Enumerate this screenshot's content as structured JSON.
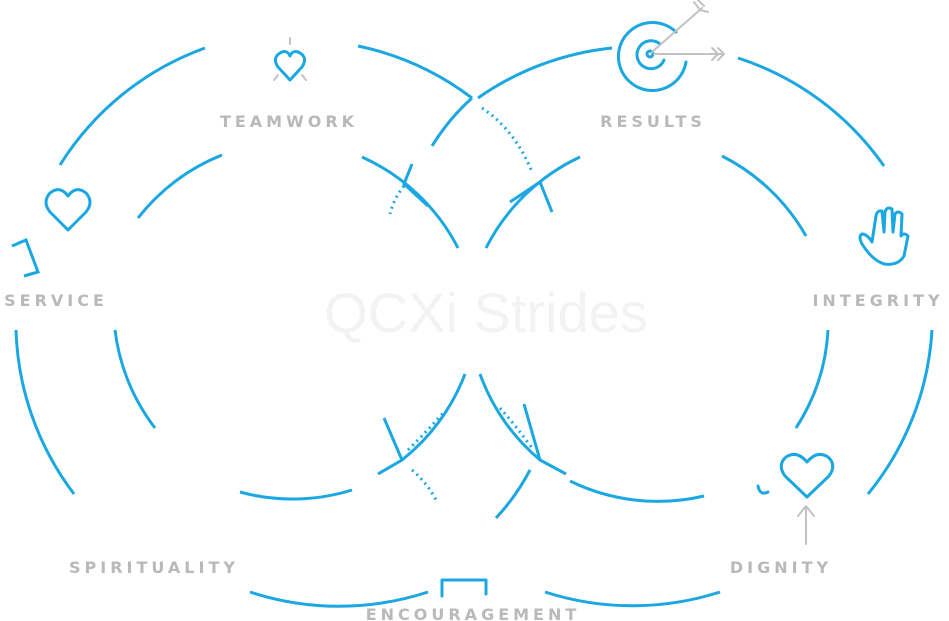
{
  "title": "QCXi Strides",
  "values": [
    "TEAMWORK",
    "RESULTS",
    "SERVICE",
    "INTEGRITY",
    "SPIRITUALITY",
    "DIGNITY",
    "ENCOURAGEMENT"
  ],
  "icons": {
    "teamwork": "heart-sparkle-icon",
    "results": "target-arrows-icon",
    "service": "heart-icon",
    "integrity": "raised-hand-icon",
    "dignity": "heart-arrow-icon",
    "encouragement": "bracket-icon"
  },
  "colors": {
    "accent": "#1ba7e1",
    "label": "#b9b9b9",
    "title": "#f3f3f3",
    "icon_grey": "#c2c2c2"
  }
}
